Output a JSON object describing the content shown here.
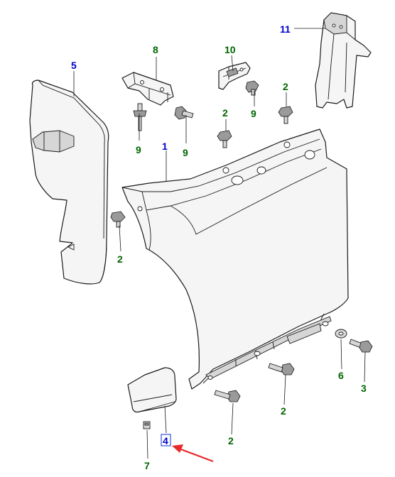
{
  "colors": {
    "blue_callout": "#0000cc",
    "green_callout": "#006600",
    "arrow": "#e8292b",
    "highlight_box": "#3355dd",
    "line": "#1a1a1a",
    "part_fill": "#f5f5f5"
  },
  "callouts": [
    {
      "id": "c1",
      "text": "1",
      "group": "blue"
    },
    {
      "id": "c5",
      "text": "5",
      "group": "blue"
    },
    {
      "id": "c11",
      "text": "11",
      "group": "blue"
    },
    {
      "id": "c4",
      "text": "4",
      "group": "blue",
      "highlighted": true
    },
    {
      "id": "c8",
      "text": "8",
      "group": "green"
    },
    {
      "id": "c10",
      "text": "10",
      "group": "green"
    },
    {
      "id": "c9a",
      "text": "9",
      "group": "green"
    },
    {
      "id": "c9b",
      "text": "9",
      "group": "green"
    },
    {
      "id": "c9c",
      "text": "9",
      "group": "green"
    },
    {
      "id": "c2a",
      "text": "2",
      "group": "green"
    },
    {
      "id": "c2b",
      "text": "2",
      "group": "green"
    },
    {
      "id": "c2c",
      "text": "2",
      "group": "green"
    },
    {
      "id": "c2d",
      "text": "2",
      "group": "green"
    },
    {
      "id": "c2e",
      "text": "2",
      "group": "green"
    },
    {
      "id": "c6",
      "text": "6",
      "group": "green"
    },
    {
      "id": "c3",
      "text": "3",
      "group": "green"
    },
    {
      "id": "c7",
      "text": "7",
      "group": "green"
    }
  ]
}
